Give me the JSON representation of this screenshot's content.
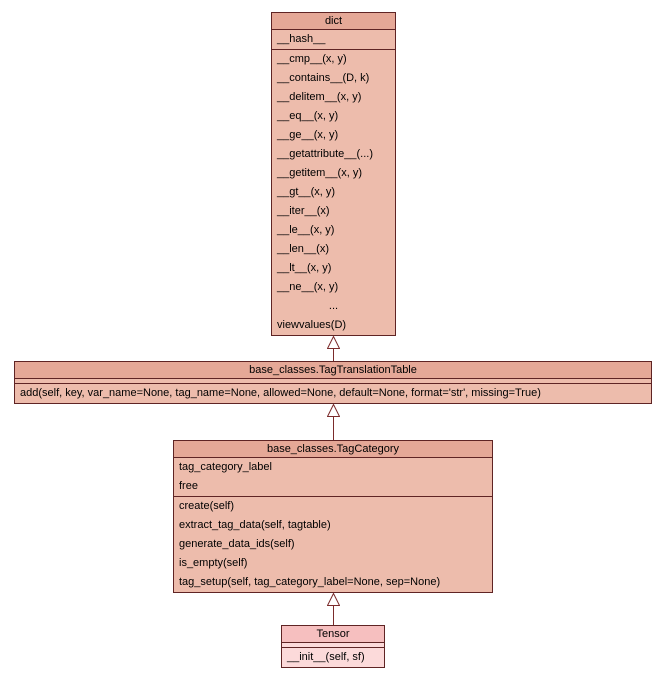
{
  "colors": {
    "box_fill": "#edbcac",
    "box_header_fill": "#e5a897",
    "box_border": "#5f2424",
    "arrow_color": "#7b2b2b",
    "highlight_fill": "#fcdada",
    "highlight_header_fill": "#f6bfbf",
    "background": "#ffffff"
  },
  "classes": {
    "dict": {
      "title": "dict",
      "attributes": [
        "__hash__"
      ],
      "methods": [
        "__cmp__(x, y)",
        "__contains__(D, k)",
        "__delitem__(x, y)",
        "__eq__(x, y)",
        "__ge__(x, y)",
        "__getattribute__(...)",
        "__getitem__(x, y)",
        "__gt__(x, y)",
        "__iter__(x)",
        "__le__(x, y)",
        "__len__(x)",
        "__lt__(x, y)",
        "__ne__(x, y)",
        "...",
        "viewvalues(D)"
      ]
    },
    "tagtranslationtable": {
      "title": "base_classes.TagTranslationTable",
      "attributes": [],
      "methods": [
        "add(self, key, var_name=None, tag_name=None, allowed=None, default=None, format='str', missing=True)"
      ]
    },
    "tagcategory": {
      "title": "base_classes.TagCategory",
      "attributes": [
        "tag_category_label",
        "free"
      ],
      "methods": [
        "create(self)",
        "extract_tag_data(self, tagtable)",
        "generate_data_ids(self)",
        "is_empty(self)",
        "tag_setup(self, tag_category_label=None, sep=None)"
      ]
    },
    "tensor": {
      "title": "Tensor",
      "attributes": [],
      "methods": [
        "__init__(self, sf)"
      ]
    }
  }
}
